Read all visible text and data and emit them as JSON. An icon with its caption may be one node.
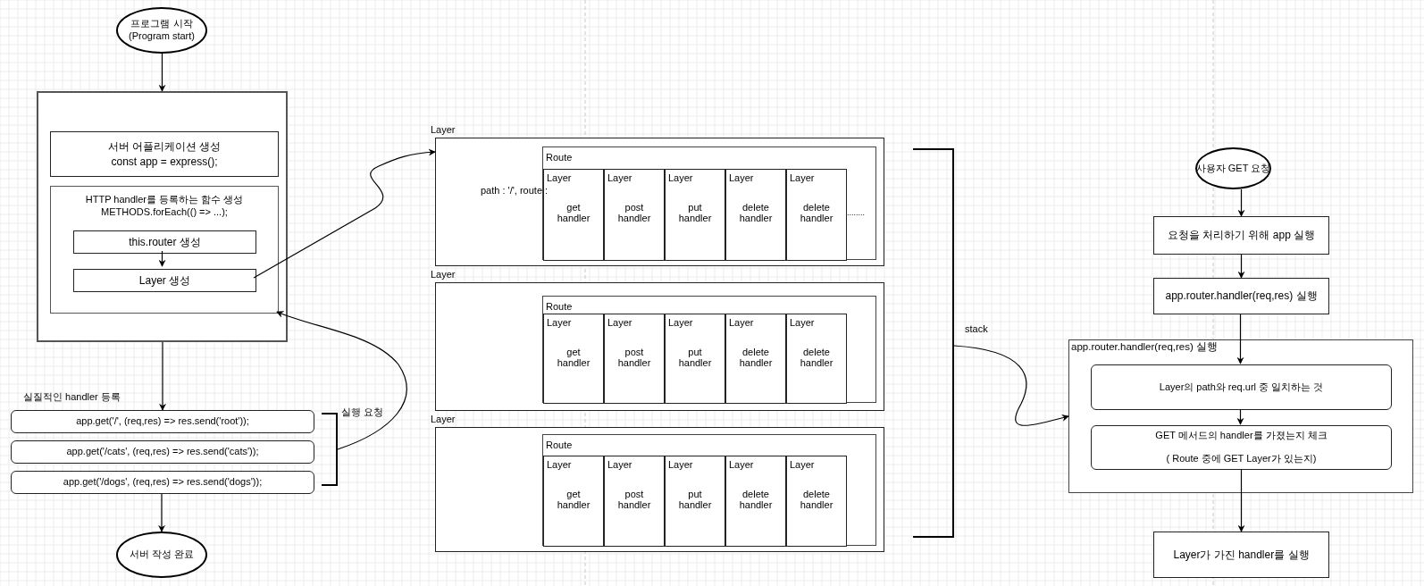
{
  "diagram": {
    "nodes": [
      {
        "text": [
          "프로그램 시작",
          "(Program start)"
        ]
      },
      {
        "text": [],
        "shape": "box"
      },
      {
        "text": [
          "서버 어플리케이션 생성",
          "const app = express();"
        ],
        "in": 1
      },
      {
        "text": [
          "HTTP handler를 등록하는 함수 생성",
          "METHODS.forEach(() => ...);"
        ],
        "in": 1
      },
      {
        "text": [
          "this.router 생성"
        ],
        "in": 3
      },
      {
        "text": [
          "Layer 생성"
        ],
        "in": 3
      },
      {
        "text": [
          "app.get('/', (req,res) => res.send('root'));"
        ],
        "beside": [
          "실질적인 handler 등록"
        ]
      },
      {
        "text": [
          "app.get('/cats', (req,res) => res.send('cats'));"
        ]
      },
      {
        "text": [
          "app.get('/dogs', (req,res) => res.send('dogs'));"
        ]
      },
      {
        "text": [
          "서버 작성 완료"
        ]
      },
      {
        "text": [
          "Layer",
          "path : '/', route :"
        ]
      },
      {
        "text": [
          "Route",
          "........"
        ],
        "in": 10
      },
      {
        "text": [
          "Layer",
          "get handler"
        ],
        "in": 11
      },
      {
        "text": [
          "Layer",
          "post handler"
        ],
        "in": 11
      },
      {
        "text": [
          "Layer",
          "put handler"
        ],
        "in": 11
      },
      {
        "text": [
          "Layer",
          "delete handler"
        ],
        "in": 11
      },
      {
        "text": [
          "Layer",
          "delete handler"
        ],
        "in": 11
      },
      {
        "text": [
          "Layer"
        ]
      },
      {
        "text": [
          "Route"
        ],
        "in": 17
      },
      {
        "text": [
          "Layer",
          "get handler"
        ],
        "in": 18
      },
      {
        "text": [
          "Layer",
          "post handler"
        ],
        "in": 18
      },
      {
        "text": [
          "Layer",
          "put handler"
        ],
        "in": 18
      },
      {
        "text": [
          "Layer",
          "delete handler"
        ],
        "in": 18
      },
      {
        "text": [
          "Layer",
          "delete handler"
        ],
        "in": 18
      },
      {
        "text": [
          "Layer"
        ]
      },
      {
        "text": [
          "Route"
        ],
        "in": 24
      },
      {
        "text": [
          "Layer",
          "get handler"
        ],
        "in": 25
      },
      {
        "text": [
          "Layer",
          "post handler"
        ],
        "in": 25
      },
      {
        "text": [
          "Layer",
          "put handler"
        ],
        "in": 25
      },
      {
        "text": [
          "Layer",
          "delete handler"
        ],
        "in": 25
      },
      {
        "text": [
          "Layer",
          "delete handler"
        ],
        "in": 25
      },
      {
        "text": [
          "사용자 GET 요청"
        ]
      },
      {
        "text": [
          "요청을 처리하기 위해 app 실행"
        ]
      },
      {
        "text": [
          "app.router.handler(req,res) 실행"
        ]
      },
      {
        "text": [
          "app.router.handler(req,res) 실행"
        ]
      },
      {
        "text": [
          "Layer의 path와 req.url 중 일치하는 것"
        ],
        "in": 34
      },
      {
        "text": [
          "GET 메서드의 handler를 가졌는지 체크",
          "( Route 중에 GET Layer가 있는지)"
        ],
        "in": 34
      },
      {
        "text": [
          "Layer가 가진 handler를 실행"
        ]
      },
      {
        "text": [],
        "shape": "bracket",
        "beside": [
          "실행 요청"
        ]
      },
      {
        "text": [],
        "shape": "bracket",
        "beside": [
          "stack"
        ]
      }
    ],
    "edges": [
      {
        "from": 0,
        "to": 1,
        "arrow": "to"
      },
      {
        "from": 4,
        "to": 5,
        "arrow": "to"
      },
      {
        "from": 1,
        "to": 6,
        "arrow": "to"
      },
      {
        "from": 8,
        "to": 9,
        "arrow": "to"
      },
      {
        "from": 5,
        "to": 10,
        "arrow": "to"
      },
      {
        "from": 38,
        "to": 3,
        "arrow": "to"
      },
      {
        "from": 39,
        "to": 34,
        "arrow": "to"
      },
      {
        "from": 31,
        "to": 32,
        "arrow": "to"
      },
      {
        "from": 32,
        "to": 33,
        "arrow": "to"
      },
      {
        "from": 33,
        "to": 35,
        "arrow": "to"
      },
      {
        "from": 35,
        "to": 36,
        "arrow": "to"
      },
      {
        "from": 36,
        "to": 37,
        "arrow": "to"
      }
    ]
  }
}
